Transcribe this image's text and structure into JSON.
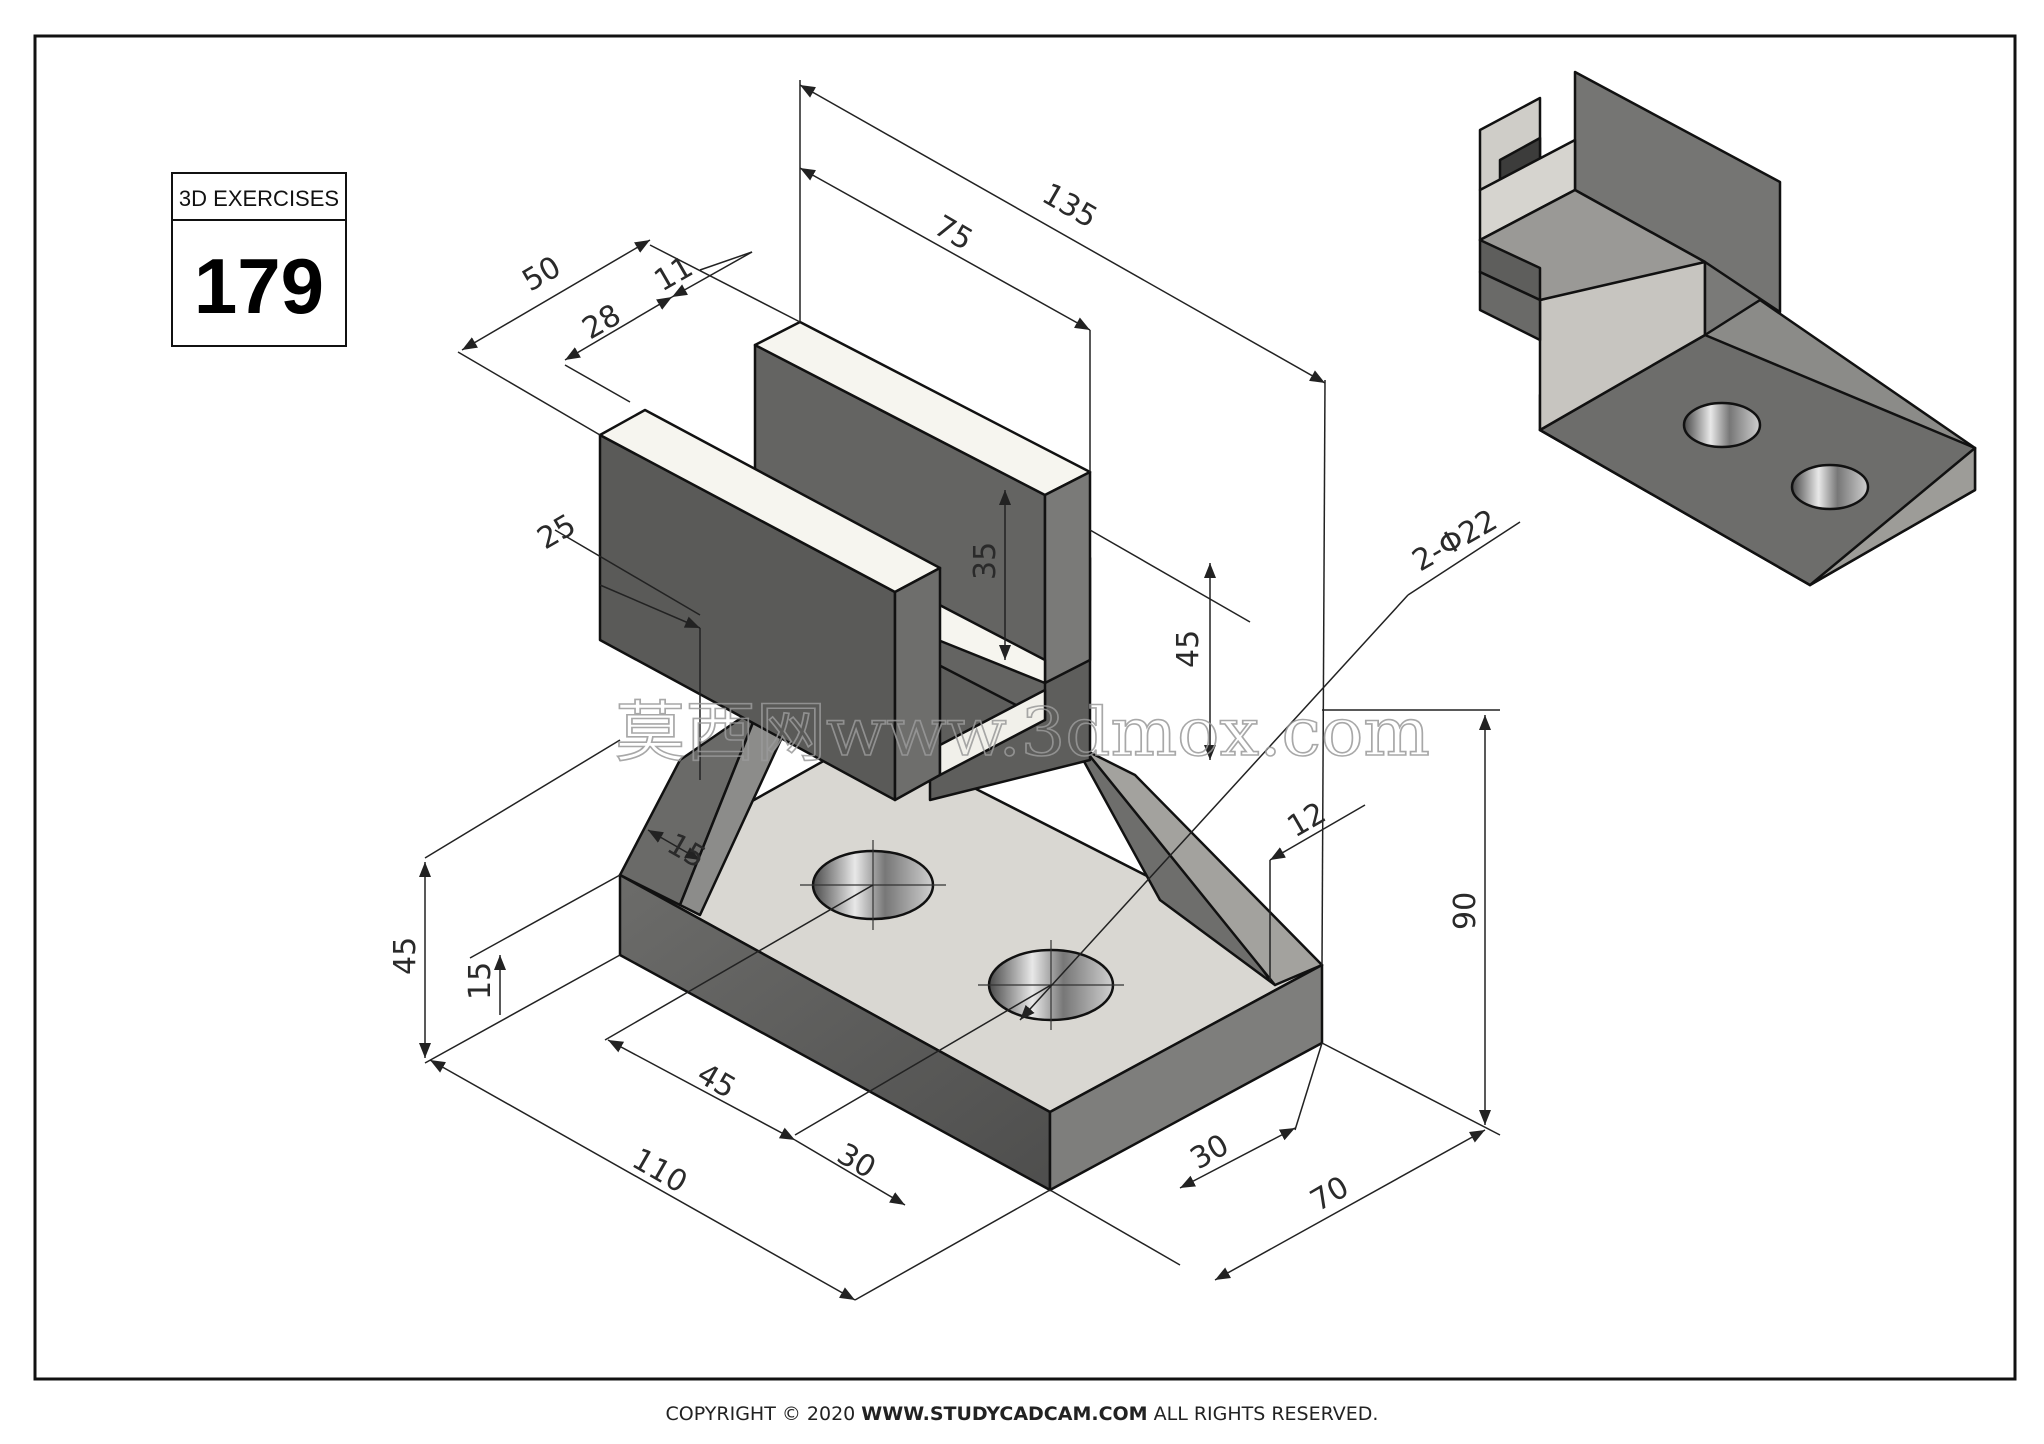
{
  "title_block": {
    "caption": "3D EXERCISES",
    "number": "179"
  },
  "dimensions": {
    "d50": "50",
    "d28": "28",
    "d11": "11",
    "d75": "75",
    "d135": "135",
    "d25": "25",
    "d35": "35",
    "d45_right": "45",
    "hole": "2-Φ22",
    "d15_rib": "15",
    "d12": "12",
    "d90": "90",
    "d45_left": "45",
    "d15_base": "15",
    "d45_bottom": "45",
    "d30_a": "30",
    "d110": "110",
    "d30_b": "30",
    "d70": "70"
  },
  "watermark": "莫西网www.3dmox.com",
  "footer": {
    "prefix": "COPYRIGHT © 2020 ",
    "site": "WWW.STUDYCADCAM.COM",
    "suffix": " ALL RIGHTS RESERVED."
  },
  "colors": {
    "face_dark": "#5f5f5f",
    "face_mid": "#8a8a88",
    "face_light": "#d9d7d2",
    "face_top": "#f6f5ef",
    "outline": "#111111"
  }
}
